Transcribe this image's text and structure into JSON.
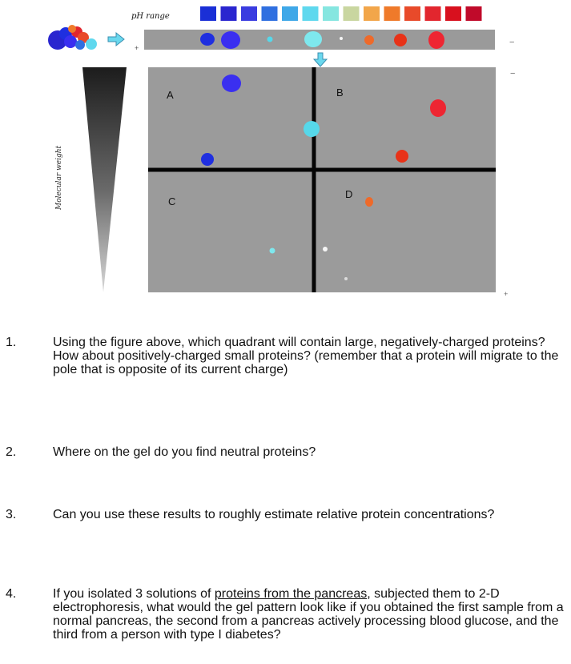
{
  "figure": {
    "ph_label": "pH range",
    "y_axis_label": "Molecular weight",
    "quadrants": [
      "A",
      "B",
      "C",
      "D"
    ],
    "pole_plus": "+",
    "pole_minus": "−",
    "ph_scale_colors": [
      "#1a2fd6",
      "#2a26cf",
      "#3a3ce0",
      "#2f6fe0",
      "#3fa8e8",
      "#5fd8ee",
      "#86e6e0",
      "#c9d6a0",
      "#f2a64a",
      "#ef7a2a",
      "#e84a2a",
      "#e2262e",
      "#d8101e",
      "#c00a2a"
    ],
    "strip_spots": [
      {
        "color": "#1f2fe0"
      },
      {
        "color": "#3a2ff0"
      },
      {
        "color": "#56d8ea"
      },
      {
        "color": "#7ee8ee"
      },
      {
        "color": "#f5f5f5"
      },
      {
        "color": "#ee6a2a"
      },
      {
        "color": "#e83218"
      },
      {
        "color": "#ee2632"
      }
    ],
    "gel_spots": [
      {
        "quadrant": "A",
        "color": "#3a2ff0"
      },
      {
        "quadrant": "A",
        "color": "#1f2fe0"
      },
      {
        "quadrant": "B",
        "color": "#ee2632"
      },
      {
        "quadrant": "B",
        "color": "#e83218"
      },
      {
        "quadrant": "center",
        "color": "#56d8ea"
      },
      {
        "quadrant": "D",
        "color": "#ee6a2a"
      },
      {
        "quadrant": "C/D",
        "color": "#7ee8ee"
      },
      {
        "quadrant": "D",
        "color": "#f5f5f5"
      }
    ]
  },
  "questions": [
    {
      "num": "1.",
      "text": "Using the figure above, which quadrant will contain large, negatively-charged proteins? How about positively-charged small proteins? (remember that a protein will migrate to the pole that is opposite of its current charge)"
    },
    {
      "num": "2.",
      "text": "Where on the gel do you find neutral proteins?"
    },
    {
      "num": "3.",
      "text": "Can you use these results to roughly estimate relative protein concentrations?"
    },
    {
      "num": "4.",
      "text_before": "If you isolated 3 solutions of ",
      "underlined": "proteins from the pancreas",
      "text_after": ", subjected them to 2-D electrophoresis, what would the gel pattern look like if you obtained the first sample from a normal pancreas, the second from a pancreas actively processing blood glucose, and the third from a person with type I diabetes?"
    }
  ]
}
